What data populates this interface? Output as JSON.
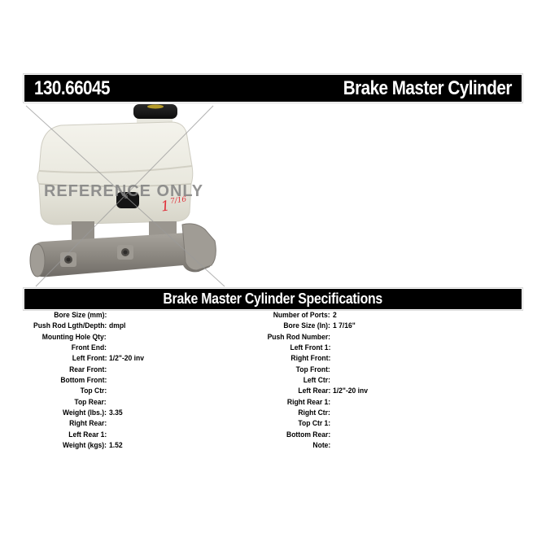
{
  "header": {
    "part_number": "130.66045",
    "part_name": "Brake Master Cylinder"
  },
  "image": {
    "watermark": "REFERENCE ONLY",
    "handwritten_note": "1 7/16",
    "alt": "Brake master cylinder with white plastic reservoir and black cap",
    "colors": {
      "reservoir": "#ecebe3",
      "cap": "#1a1a1a",
      "body": "#8e8a84",
      "handwriting": "#e0303a",
      "watermark": "#8a8a8a"
    }
  },
  "specs": {
    "title": "Brake Master Cylinder Specifications",
    "left": [
      {
        "label": "Bore Size (mm):",
        "value": ""
      },
      {
        "label": "Push Rod Lgth/Depth:",
        "value": "dmpl"
      },
      {
        "label": "Mounting Hole Qty:",
        "value": ""
      },
      {
        "label": "Front End:",
        "value": ""
      },
      {
        "label": "Left Front:",
        "value": "1/2\"-20 inv"
      },
      {
        "label": "Rear Front:",
        "value": ""
      },
      {
        "label": "Bottom Front:",
        "value": ""
      },
      {
        "label": "Top Ctr:",
        "value": ""
      },
      {
        "label": "Top Rear:",
        "value": ""
      },
      {
        "label": "Weight (lbs.):",
        "value": "3.35"
      },
      {
        "label": "Right Rear:",
        "value": ""
      },
      {
        "label": "Left Rear 1:",
        "value": ""
      },
      {
        "label": "Weight (kgs):",
        "value": "1.52"
      }
    ],
    "right": [
      {
        "label": "Number of Ports:",
        "value": "2"
      },
      {
        "label": "Bore Size (In):",
        "value": "1 7/16\""
      },
      {
        "label": "Push Rod Number:",
        "value": ""
      },
      {
        "label": "Left Front 1:",
        "value": ""
      },
      {
        "label": "Right Front:",
        "value": ""
      },
      {
        "label": "Top Front:",
        "value": ""
      },
      {
        "label": "Left Ctr:",
        "value": ""
      },
      {
        "label": "Left Rear:",
        "value": "1/2\"-20 inv"
      },
      {
        "label": "Right Rear 1:",
        "value": ""
      },
      {
        "label": "Right Ctr:",
        "value": ""
      },
      {
        "label": "Top Ctr 1:",
        "value": ""
      },
      {
        "label": "Bottom Rear:",
        "value": ""
      },
      {
        "label": "Note:",
        "value": ""
      }
    ]
  }
}
